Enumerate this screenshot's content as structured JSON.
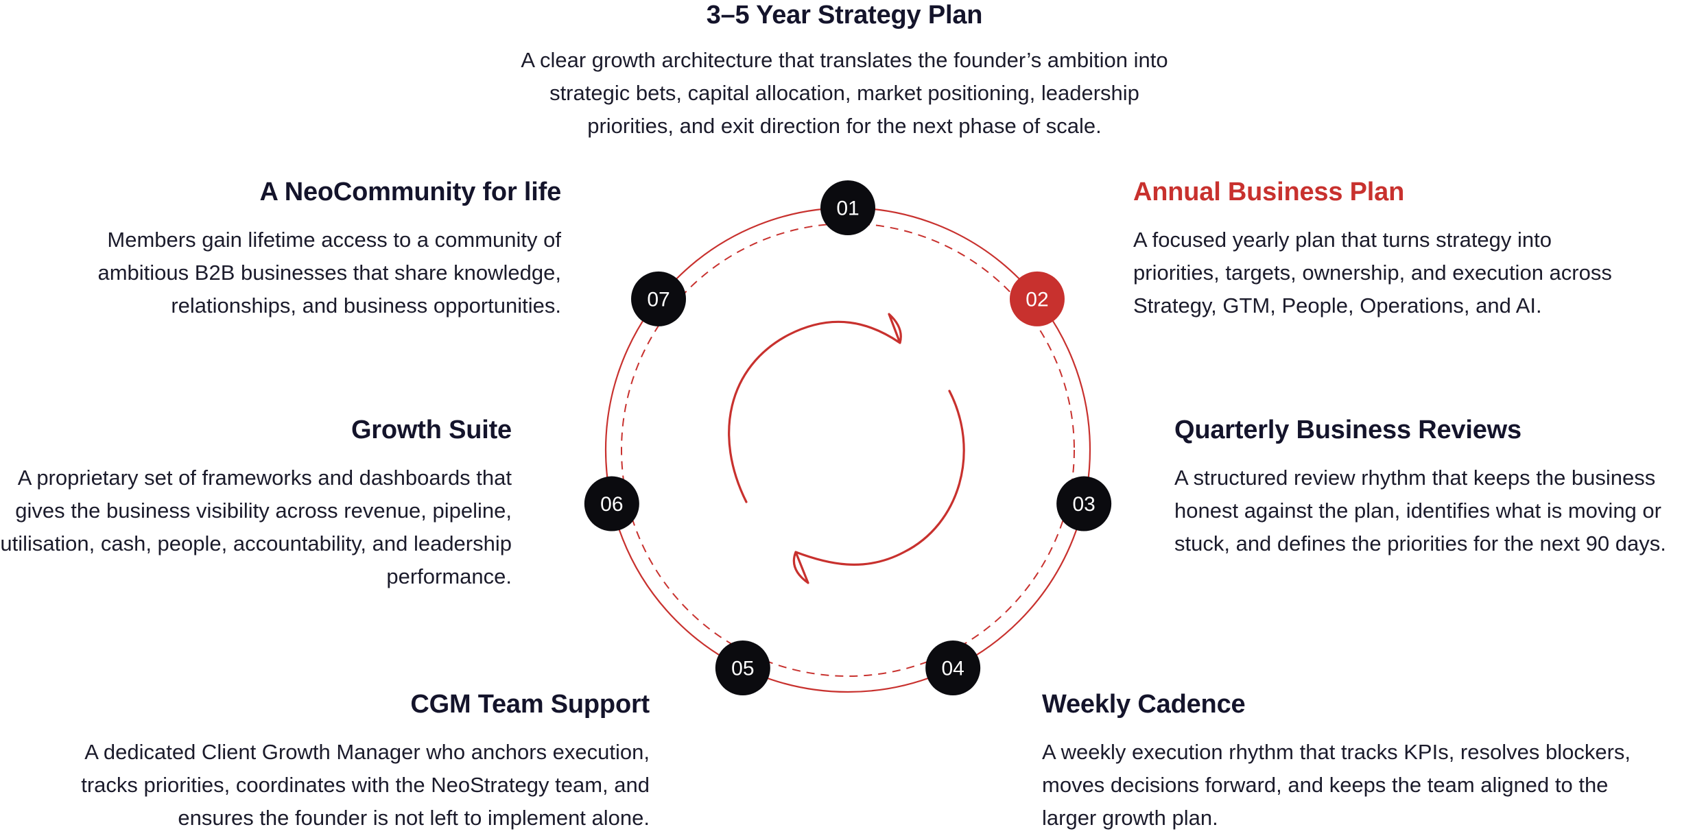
{
  "colors": {
    "accent": "#c8312e",
    "node_dark": "#0b0b0f",
    "text": "#14142b"
  },
  "diagram": {
    "nodes": [
      {
        "label": "01",
        "active": false
      },
      {
        "label": "02",
        "active": true
      },
      {
        "label": "03",
        "active": false
      },
      {
        "label": "04",
        "active": false
      },
      {
        "label": "05",
        "active": false
      },
      {
        "label": "06",
        "active": false
      },
      {
        "label": "07",
        "active": false
      }
    ]
  },
  "steps": {
    "strategy_plan": {
      "title": "3–5 Year Strategy Plan",
      "description": "A clear growth architecture that translates the founder’s ambition into strategic bets, capital allocation, market positioning, leadership priorities, and exit direction for the next phase of scale."
    },
    "annual_plan": {
      "title": "Annual Business Plan",
      "description": "A focused yearly plan that turns strategy into priorities, targets, ownership, and execution across Strategy, GTM, People, Operations, and AI."
    },
    "quarterly_reviews": {
      "title": "Quarterly Business Reviews",
      "description": "A structured review rhythm that keeps the business honest against the plan, identifies what is moving or stuck, and defines the priorities for the next 90 days."
    },
    "weekly_cadence": {
      "title": "Weekly Cadence",
      "description": "A weekly execution rhythm that tracks KPIs, resolves blockers, moves decisions forward, and keeps the team aligned to the larger growth plan."
    },
    "cgm_support": {
      "title": "CGM Team Support",
      "description": "A dedicated Client Growth Manager who anchors execution, tracks priorities, coordinates with the NeoStrategy team, and ensures the founder is not left to implement alone."
    },
    "growth_suite": {
      "title": "Growth Suite",
      "description": "A proprietary set of frameworks and dashboards that gives the business visibility across revenue, pipeline, utilisation, cash, people, accountability, and leadership performance."
    },
    "neocommunity": {
      "title": "A NeoCommunity for life",
      "description": "Members gain lifetime access to a community of ambitious B2B businesses that share knowledge, relationships, and business opportunities."
    }
  }
}
